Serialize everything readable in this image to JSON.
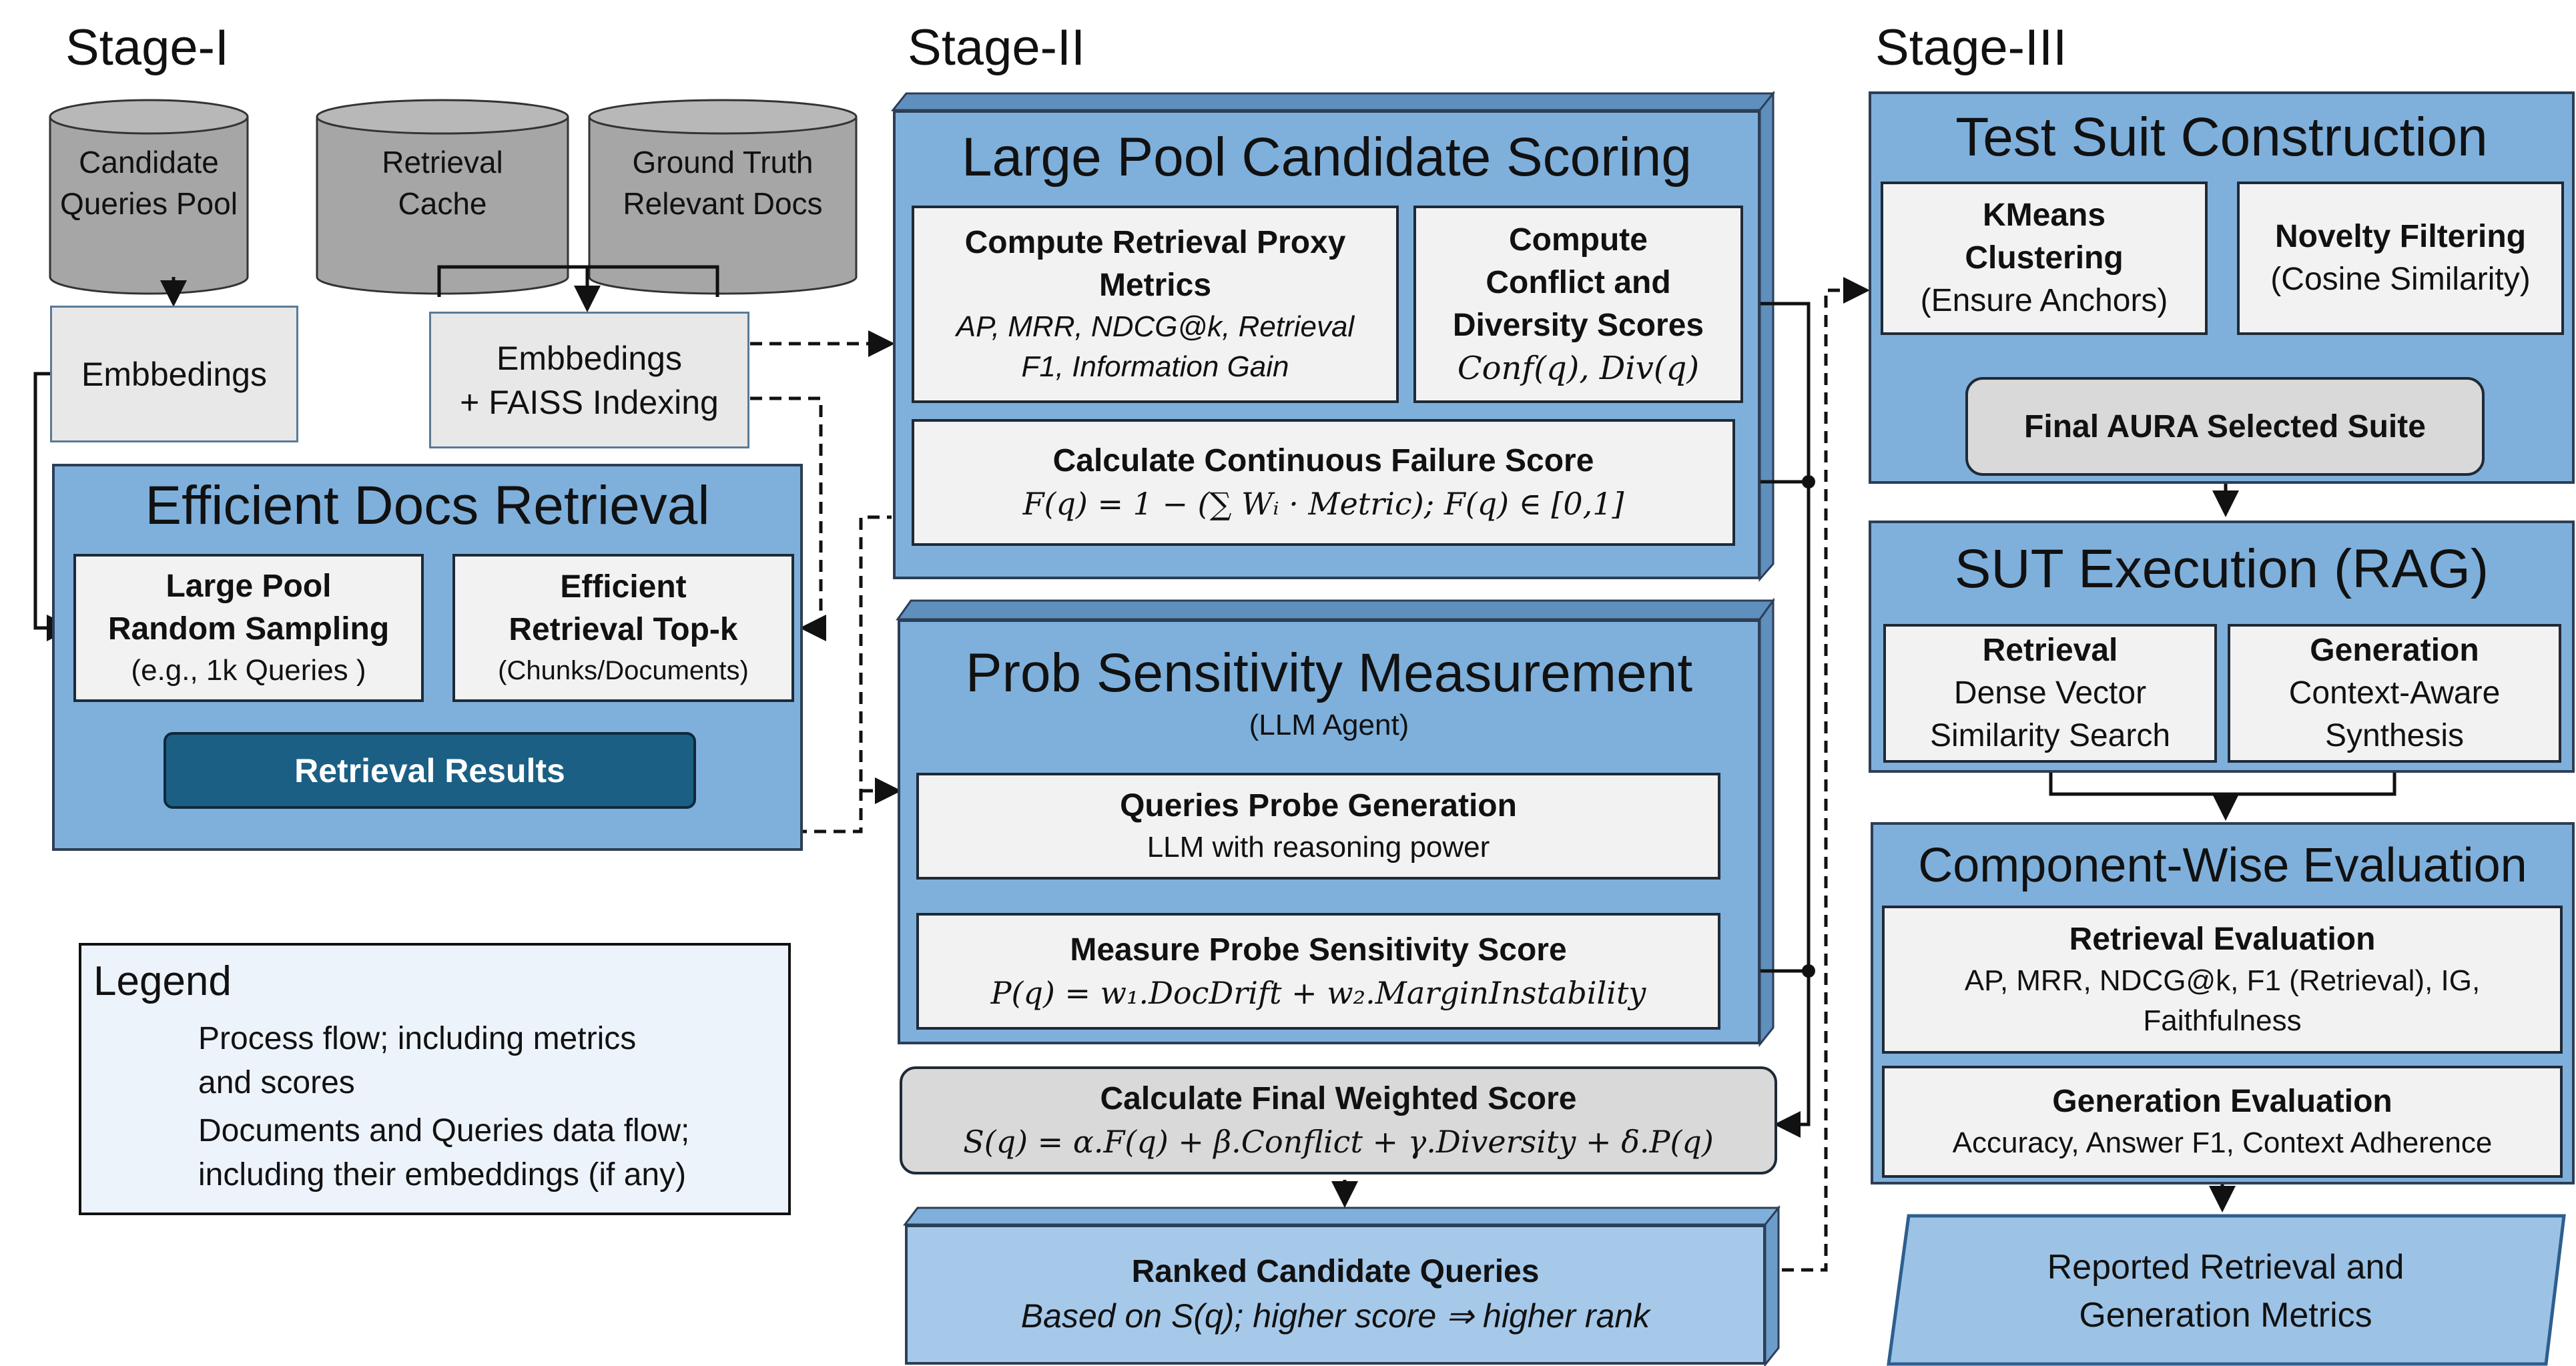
{
  "stages": {
    "s1": "Stage-I",
    "s2": "Stage-II",
    "s3": "Stage-III"
  },
  "stage1": {
    "cyl_candidate": [
      "Candidate",
      "Queries Pool"
    ],
    "cyl_cache": [
      "Retrieval",
      "Cache"
    ],
    "cyl_ground": [
      "Ground Truth",
      "Relevant Docs"
    ],
    "embeddings": "Embbedings",
    "embeddings_faiss": [
      "Embbedings",
      "+ FAISS Indexing"
    ],
    "retrieval_panel_title": "Efficient Docs Retrieval",
    "sampling": {
      "title": [
        "Large Pool",
        "Random Sampling"
      ],
      "sub": "(e.g., 1k Queries )"
    },
    "topk": {
      "title": [
        "Efficient",
        "Retrieval Top-k"
      ],
      "sub": "(Chunks/Documents)"
    },
    "results": "Retrieval Results"
  },
  "legend": {
    "title": "Legend",
    "solid": [
      "Process flow; including metrics",
      "and scores"
    ],
    "dashed": [
      "Documents and Queries data flow;",
      "including their embeddings (if any)"
    ]
  },
  "stage2": {
    "scoring_title": "Large Pool Candidate Scoring",
    "proxy": {
      "title": [
        "Compute Retrieval Proxy",
        "Metrics"
      ],
      "sub": [
        "AP, MRR, NDCG@k,  Retrieval",
        "F1, Information Gain"
      ]
    },
    "conflict": {
      "title": [
        "Compute",
        "Conflict and",
        "Diversity Scores"
      ],
      "formula": "Conf(q), Div(q)"
    },
    "failure": {
      "title": "Calculate Continuous Failure Score",
      "formula": "F(q) = 1 − (∑ Wᵢ · Metric);  F(q) ∈ [0,1]"
    },
    "sensitivity_title": "Prob Sensitivity Measurement",
    "sensitivity_sub": "(LLM Agent)",
    "probe_gen": {
      "title": "Queries Probe Generation",
      "sub": "LLM with reasoning power"
    },
    "probe_score": {
      "title": "Measure Probe Sensitivity Score",
      "formula": "P(q) = w₁.DocDrift  + w₂.MarginInstability"
    },
    "final": {
      "title": "Calculate Final Weighted Score",
      "formula": "S(q) = α.F(q) + β.Conflict + γ.Diversity + δ.P(q)"
    },
    "ranked": {
      "title": "Ranked Candidate Queries",
      "sub": "Based on S(q); higher score ⇒ higher rank"
    }
  },
  "stage3": {
    "suite_title": "Test Suit Construction",
    "kmeans": {
      "title": [
        "KMeans",
        "Clustering"
      ],
      "sub": "(Ensure Anchors)"
    },
    "novelty": {
      "title": "Novelty Filtering",
      "sub": "(Cosine Similarity)"
    },
    "aura": "Final AURA Selected Suite",
    "sut_title": "SUT Execution (RAG)",
    "retrieval": {
      "title": "Retrieval",
      "sub": [
        "Dense Vector",
        "Similarity Search"
      ]
    },
    "generation": {
      "title": "Generation",
      "sub": [
        "Context-Aware",
        "Synthesis"
      ]
    },
    "eval_title": "Component-Wise Evaluation",
    "ret_eval": {
      "title": "Retrieval Evaluation",
      "sub": [
        "AP, MRR, NDCG@k, F1 (Retrieval), IG,",
        "Faithfulness"
      ]
    },
    "gen_eval": {
      "title": "Generation Evaluation",
      "sub": "Accuracy, Answer F1, Context Adherence"
    },
    "reported": [
      "Reported Retrieval and",
      "Generation Metrics"
    ]
  },
  "colors": {
    "panel": "#7fb0dc",
    "box": "#f2f2f2",
    "cylinder": "#a6a6a6",
    "results": "#1b5f84",
    "legend_bg": "#edf3fa"
  }
}
